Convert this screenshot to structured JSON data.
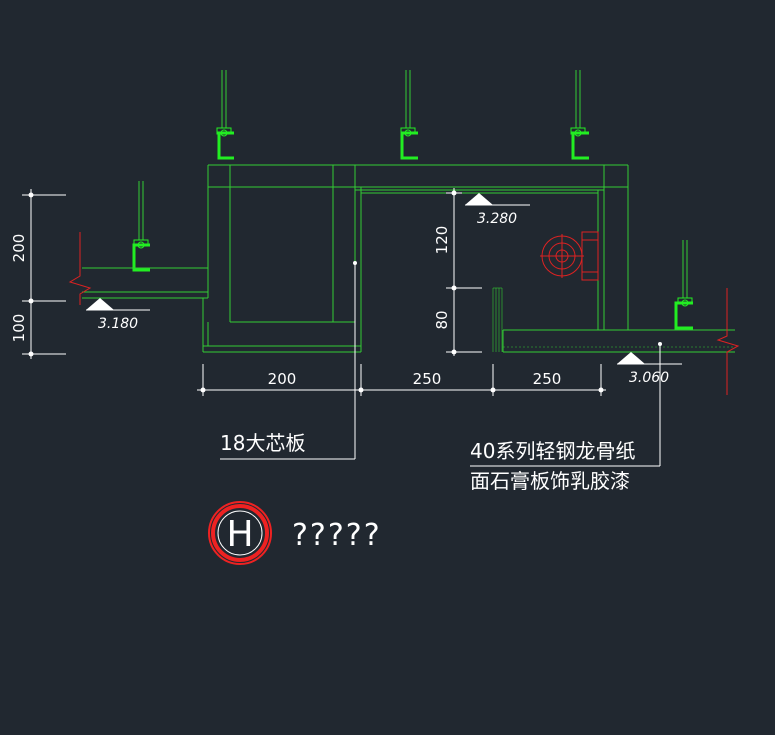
{
  "drawing": {
    "elevations": [
      "3.180",
      "3.280",
      "3.060"
    ],
    "dimensions_vertical_left": [
      "200",
      "100"
    ],
    "dimensions_vertical_mid": [
      "120",
      "80"
    ],
    "dimensions_horizontal": [
      "200",
      "250",
      "250"
    ],
    "callout_board": "18大芯板",
    "callout_ceiling_line1": "40系列轻钢龙骨纸",
    "callout_ceiling_line2": "面石膏板饰乳胶漆",
    "section_symbol_letter": "H",
    "section_title": "?????",
    "colors": {
      "background": "#212830",
      "structure": "#33cc33",
      "hanger": "#22ee22",
      "leader": "#ffffff",
      "break_line": "#dd2222",
      "section_mark": "#ee2222"
    }
  }
}
